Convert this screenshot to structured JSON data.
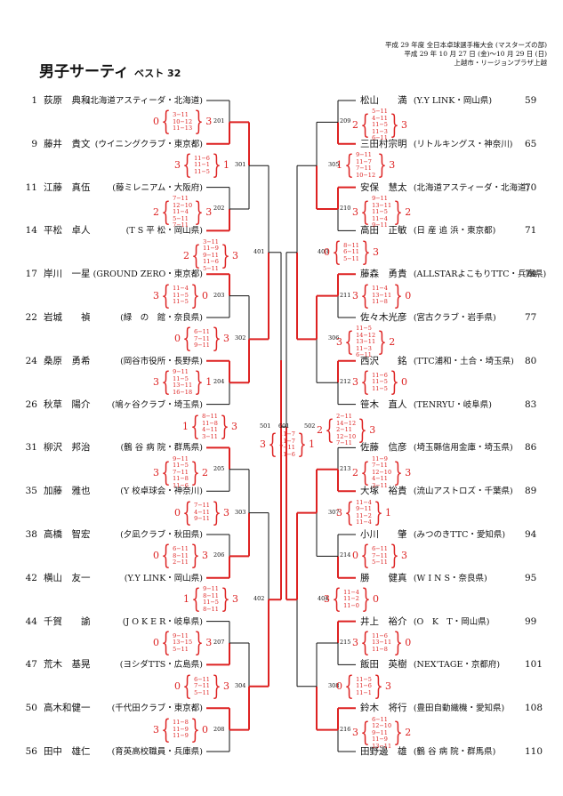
{
  "header": {
    "line1": "平成 29 年度 全日本卓球選手権大会 (マスターズの部)",
    "line2": "平成 29 年 10 月 27 日 (金)〜10 月 29 日 (日)",
    "line3": "上越市・リージョンプラザ上越"
  },
  "title": {
    "main": "男子サーティ",
    "sub": "ベスト 32"
  },
  "left": [
    {
      "seed": "1",
      "name": "荻原　典和",
      "aff": "(北海道アスティーダ・北海道)"
    },
    {
      "seed": "9",
      "name": "藤井　貴文",
      "aff": "(ウイニングクラブ・東京都)"
    },
    {
      "seed": "11",
      "name": "江藤　真伍",
      "aff": "(藤ミレニアム・大阪府)"
    },
    {
      "seed": "14",
      "name": "平松　卓人",
      "aff": "(T S 平 松・岡山県)"
    },
    {
      "seed": "17",
      "name": "岸川　一星",
      "aff": "(GROUND ZERO・東京都)"
    },
    {
      "seed": "22",
      "name": "岩城　　禎",
      "aff": "(緑　の　館・奈良県)"
    },
    {
      "seed": "24",
      "name": "桑原　勇希",
      "aff": "(岡谷市役所・長野県)"
    },
    {
      "seed": "26",
      "name": "秋草　陽介",
      "aff": "(鳩ヶ谷クラブ・埼玉県)"
    },
    {
      "seed": "31",
      "name": "柳沢　邦治",
      "aff": "(鶴 谷 病 院・群馬県)"
    },
    {
      "seed": "35",
      "name": "加藤　雅也",
      "aff": "(Y 校卓球会・神奈川)"
    },
    {
      "seed": "38",
      "name": "高橋　智宏",
      "aff": "(夕凪クラブ・秋田県)"
    },
    {
      "seed": "42",
      "name": "横山　友一",
      "aff": "(Y.Y LINK・岡山県)"
    },
    {
      "seed": "44",
      "name": "千賀　　諭",
      "aff": "(J O K E R・岐阜県)"
    },
    {
      "seed": "47",
      "name": "荒木　基晃",
      "aff": "(ヨシダTTS・広島県)"
    },
    {
      "seed": "50",
      "name": "高木和健一",
      "aff": "(千代田クラブ・東京都)"
    },
    {
      "seed": "56",
      "name": "田中　雄仁",
      "aff": "(育英高校職員・兵庫県)"
    }
  ],
  "right": [
    {
      "seed": "59",
      "name": "松山　　満",
      "aff": "(Y.Y LINK・岡山県)"
    },
    {
      "seed": "65",
      "name": "三田村宗明",
      "aff": "(リトルキングス・神奈川)"
    },
    {
      "seed": "70",
      "name": "安保　慧太",
      "aff": "(北海道アスティーダ・北海道)"
    },
    {
      "seed": "71",
      "name": "高田　正敏",
      "aff": "(日 産 追 浜・東京都)"
    },
    {
      "seed": "74",
      "name": "藤森　勇貴",
      "aff": "(ALLSTARよこもりTTC・兵庫県)"
    },
    {
      "seed": "77",
      "name": "佐々木光彦",
      "aff": "(宮古クラブ・岩手県)"
    },
    {
      "seed": "80",
      "name": "西沢　　銘",
      "aff": "(TTC浦和・土合・埼玉県)"
    },
    {
      "seed": "83",
      "name": "笹木　直人",
      "aff": "(TENRYU・岐阜県)"
    },
    {
      "seed": "86",
      "name": "佐藤　信彦",
      "aff": "(埼玉縣信用金庫・埼玉県)"
    },
    {
      "seed": "89",
      "name": "大塚　裕貴",
      "aff": "(流山アストロズ・千葉県)"
    },
    {
      "seed": "94",
      "name": "小川　　肇",
      "aff": "(みつのきTTC・愛知県)"
    },
    {
      "seed": "95",
      "name": "勝　　健真",
      "aff": "(W I N S・奈良県)"
    },
    {
      "seed": "99",
      "name": "井上　裕介",
      "aff": "(O　K　T・岡山県)"
    },
    {
      "seed": "101",
      "name": "飯田　英樹",
      "aff": "(NEX'TAGE・京都府)"
    },
    {
      "seed": "108",
      "name": "鈴木　将行",
      "aff": "(豊田自動織機・愛知県)"
    },
    {
      "seed": "110",
      "name": "田野邊　雄",
      "aff": "(鶴 谷 病 院・群馬県)"
    }
  ],
  "matches": {
    "201": {
      "a": "0",
      "b": "3",
      "games": [
        "3−11",
        "10−12",
        "11−13"
      ]
    },
    "202": {
      "a": "2",
      "b": "3",
      "games": [
        "7−11",
        "12−10",
        "11−4",
        "5−11",
        "7−11"
      ]
    },
    "203": {
      "a": "3",
      "b": "0",
      "games": [
        "11−4",
        "11−5",
        "11−5"
      ]
    },
    "204": {
      "a": "3",
      "b": "1",
      "games": [
        "9−11",
        "11−5",
        "13−11",
        "16−18"
      ]
    },
    "205": {
      "a": "3",
      "b": "2",
      "games": [
        "9−11",
        "11−5",
        "7−11",
        "11−8",
        "11−6"
      ]
    },
    "206": {
      "a": "0",
      "b": "3",
      "games": [
        "6−11",
        "8−11",
        "2−11"
      ]
    },
    "207": {
      "a": "0",
      "b": "3",
      "games": [
        "9−11",
        "13−15",
        "5−11"
      ]
    },
    "208": {
      "a": "3",
      "b": "0",
      "games": [
        "11−8",
        "11−9",
        "11−9"
      ]
    },
    "209": {
      "a": "2",
      "b": "3",
      "games": [
        "5−11",
        "4−11",
        "11−5",
        "11−3",
        "6−11"
      ]
    },
    "210": {
      "a": "3",
      "b": "2",
      "games": [
        "9−11",
        "13−11",
        "11−5",
        "11−4",
        "9−11"
      ]
    },
    "211": {
      "a": "3",
      "b": "0",
      "games": [
        "11−4",
        "13−11",
        "11−8"
      ]
    },
    "212": {
      "a": "3",
      "b": "0",
      "games": [
        "11−6",
        "11−5",
        "11−5"
      ]
    },
    "213": {
      "a": "2",
      "b": "3",
      "games": [
        "11−9",
        "7−11",
        "12−10",
        "4−11",
        "3−11"
      ]
    },
    "214": {
      "a": "0",
      "b": "3",
      "games": [
        "6−11",
        "7−11",
        "5−11"
      ]
    },
    "215": {
      "a": "3",
      "b": "0",
      "games": [
        "11−6",
        "13−11",
        "11−8"
      ]
    },
    "216": {
      "a": "3",
      "b": "2",
      "games": [
        "6−11",
        "12−10",
        "9−11",
        "11−9",
        "13−11"
      ]
    },
    "301": {
      "a": "3",
      "b": "1",
      "games": [
        "11−6",
        "11−1",
        "11−5"
      ]
    },
    "302": {
      "a": "0",
      "b": "3",
      "games": [
        "6−11",
        "7−11",
        "9−11"
      ]
    },
    "303": {
      "a": "0",
      "b": "3",
      "games": [
        "7−11",
        "4−11",
        "9−11"
      ]
    },
    "304": {
      "a": "0",
      "b": "3",
      "games": [
        "6−11",
        "7−11",
        "5−11"
      ]
    },
    "305": {
      "a": "1",
      "b": "3",
      "games": [
        "9−11",
        "11−7",
        "7−11",
        "10−12"
      ]
    },
    "306": {
      "a": "3",
      "b": "2",
      "games": [
        "11−5",
        "14−12",
        "13−11",
        "11−3",
        "6−11"
      ]
    },
    "307": {
      "a": "3",
      "b": "1",
      "games": [
        "11−4",
        "9−11",
        "11−2",
        "11−4"
      ]
    },
    "308": {
      "a": "0",
      "b": "3",
      "games": [
        "11−5",
        "11−6",
        "11−1"
      ]
    },
    "401": {
      "a": "2",
      "b": "3",
      "games": [
        "3−11",
        "11−9",
        "9−11",
        "11−6",
        "5−11"
      ]
    },
    "402": {
      "a": "1",
      "b": "3",
      "games": [
        "9−11",
        "8−11",
        "11−5",
        "8−11"
      ]
    },
    "403": {
      "a": "0",
      "b": "3",
      "games": [
        "8−11",
        "6−11",
        "5−11"
      ]
    },
    "404": {
      "a": "3",
      "b": "0",
      "games": [
        "11−4",
        "11−2",
        "11−0"
      ]
    },
    "501": {
      "a": "1",
      "b": "3",
      "games": [
        "8−11",
        "11−8",
        "4−11",
        "3−11"
      ]
    },
    "502": {
      "a": "2",
      "b": "3",
      "games": [
        "2−11",
        "14−12",
        "2−11",
        "12−10",
        "7−11"
      ]
    },
    "601": {
      "a": "3",
      "b": "1",
      "games": [
        "11−7",
        "11−7",
        "7−11",
        "11−6"
      ]
    }
  },
  "colors": {
    "win": "#dd2222",
    "line": "#111111"
  }
}
